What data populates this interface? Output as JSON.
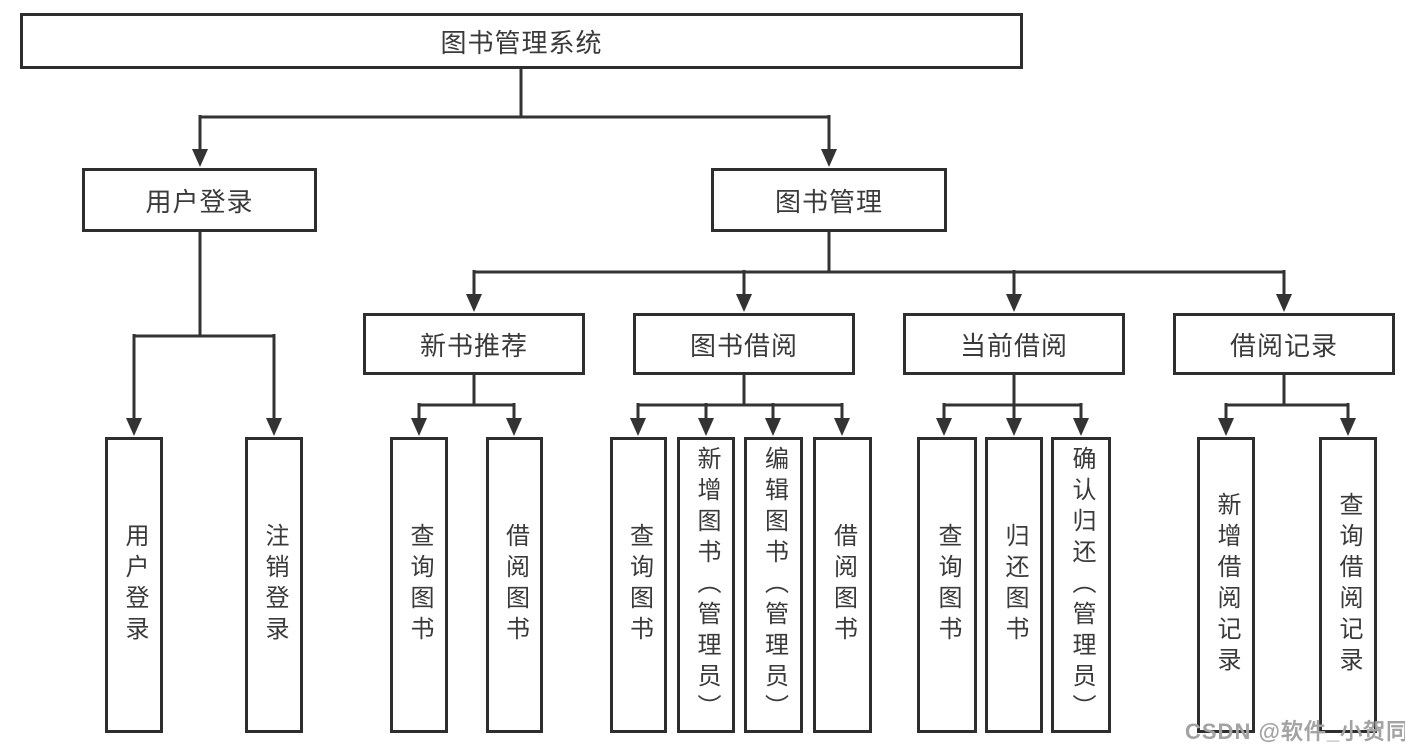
{
  "diagram": {
    "root": {
      "label": "图书管理系统"
    },
    "branches": [
      {
        "label": "用户登录"
      },
      {
        "label": "图书管理"
      }
    ],
    "sections": [
      {
        "label": "新书推荐"
      },
      {
        "label": "图书借阅"
      },
      {
        "label": "当前借阅"
      },
      {
        "label": "借阅记录"
      }
    ],
    "leaves": [
      {
        "label": "用户登录"
      },
      {
        "label": "注销登录"
      },
      {
        "label": "查询图书"
      },
      {
        "label": "借阅图书"
      },
      {
        "label": "查询图书"
      },
      {
        "label": "新增图书（管理员）"
      },
      {
        "label": "编辑图书（管理员）"
      },
      {
        "label": "借阅图书"
      },
      {
        "label": "查询图书"
      },
      {
        "label": "归还图书"
      },
      {
        "label": "确认归还（管理员）"
      },
      {
        "label": "新增借阅记录"
      },
      {
        "label": "查询借阅记录"
      }
    ]
  },
  "colors": {
    "line": "#333333",
    "box_border": "#2e2e2e",
    "text": "#3a3a3a",
    "watermark": "#a3a3a3"
  },
  "watermark": {
    "text": "CSDN @软件_小贺同学"
  }
}
